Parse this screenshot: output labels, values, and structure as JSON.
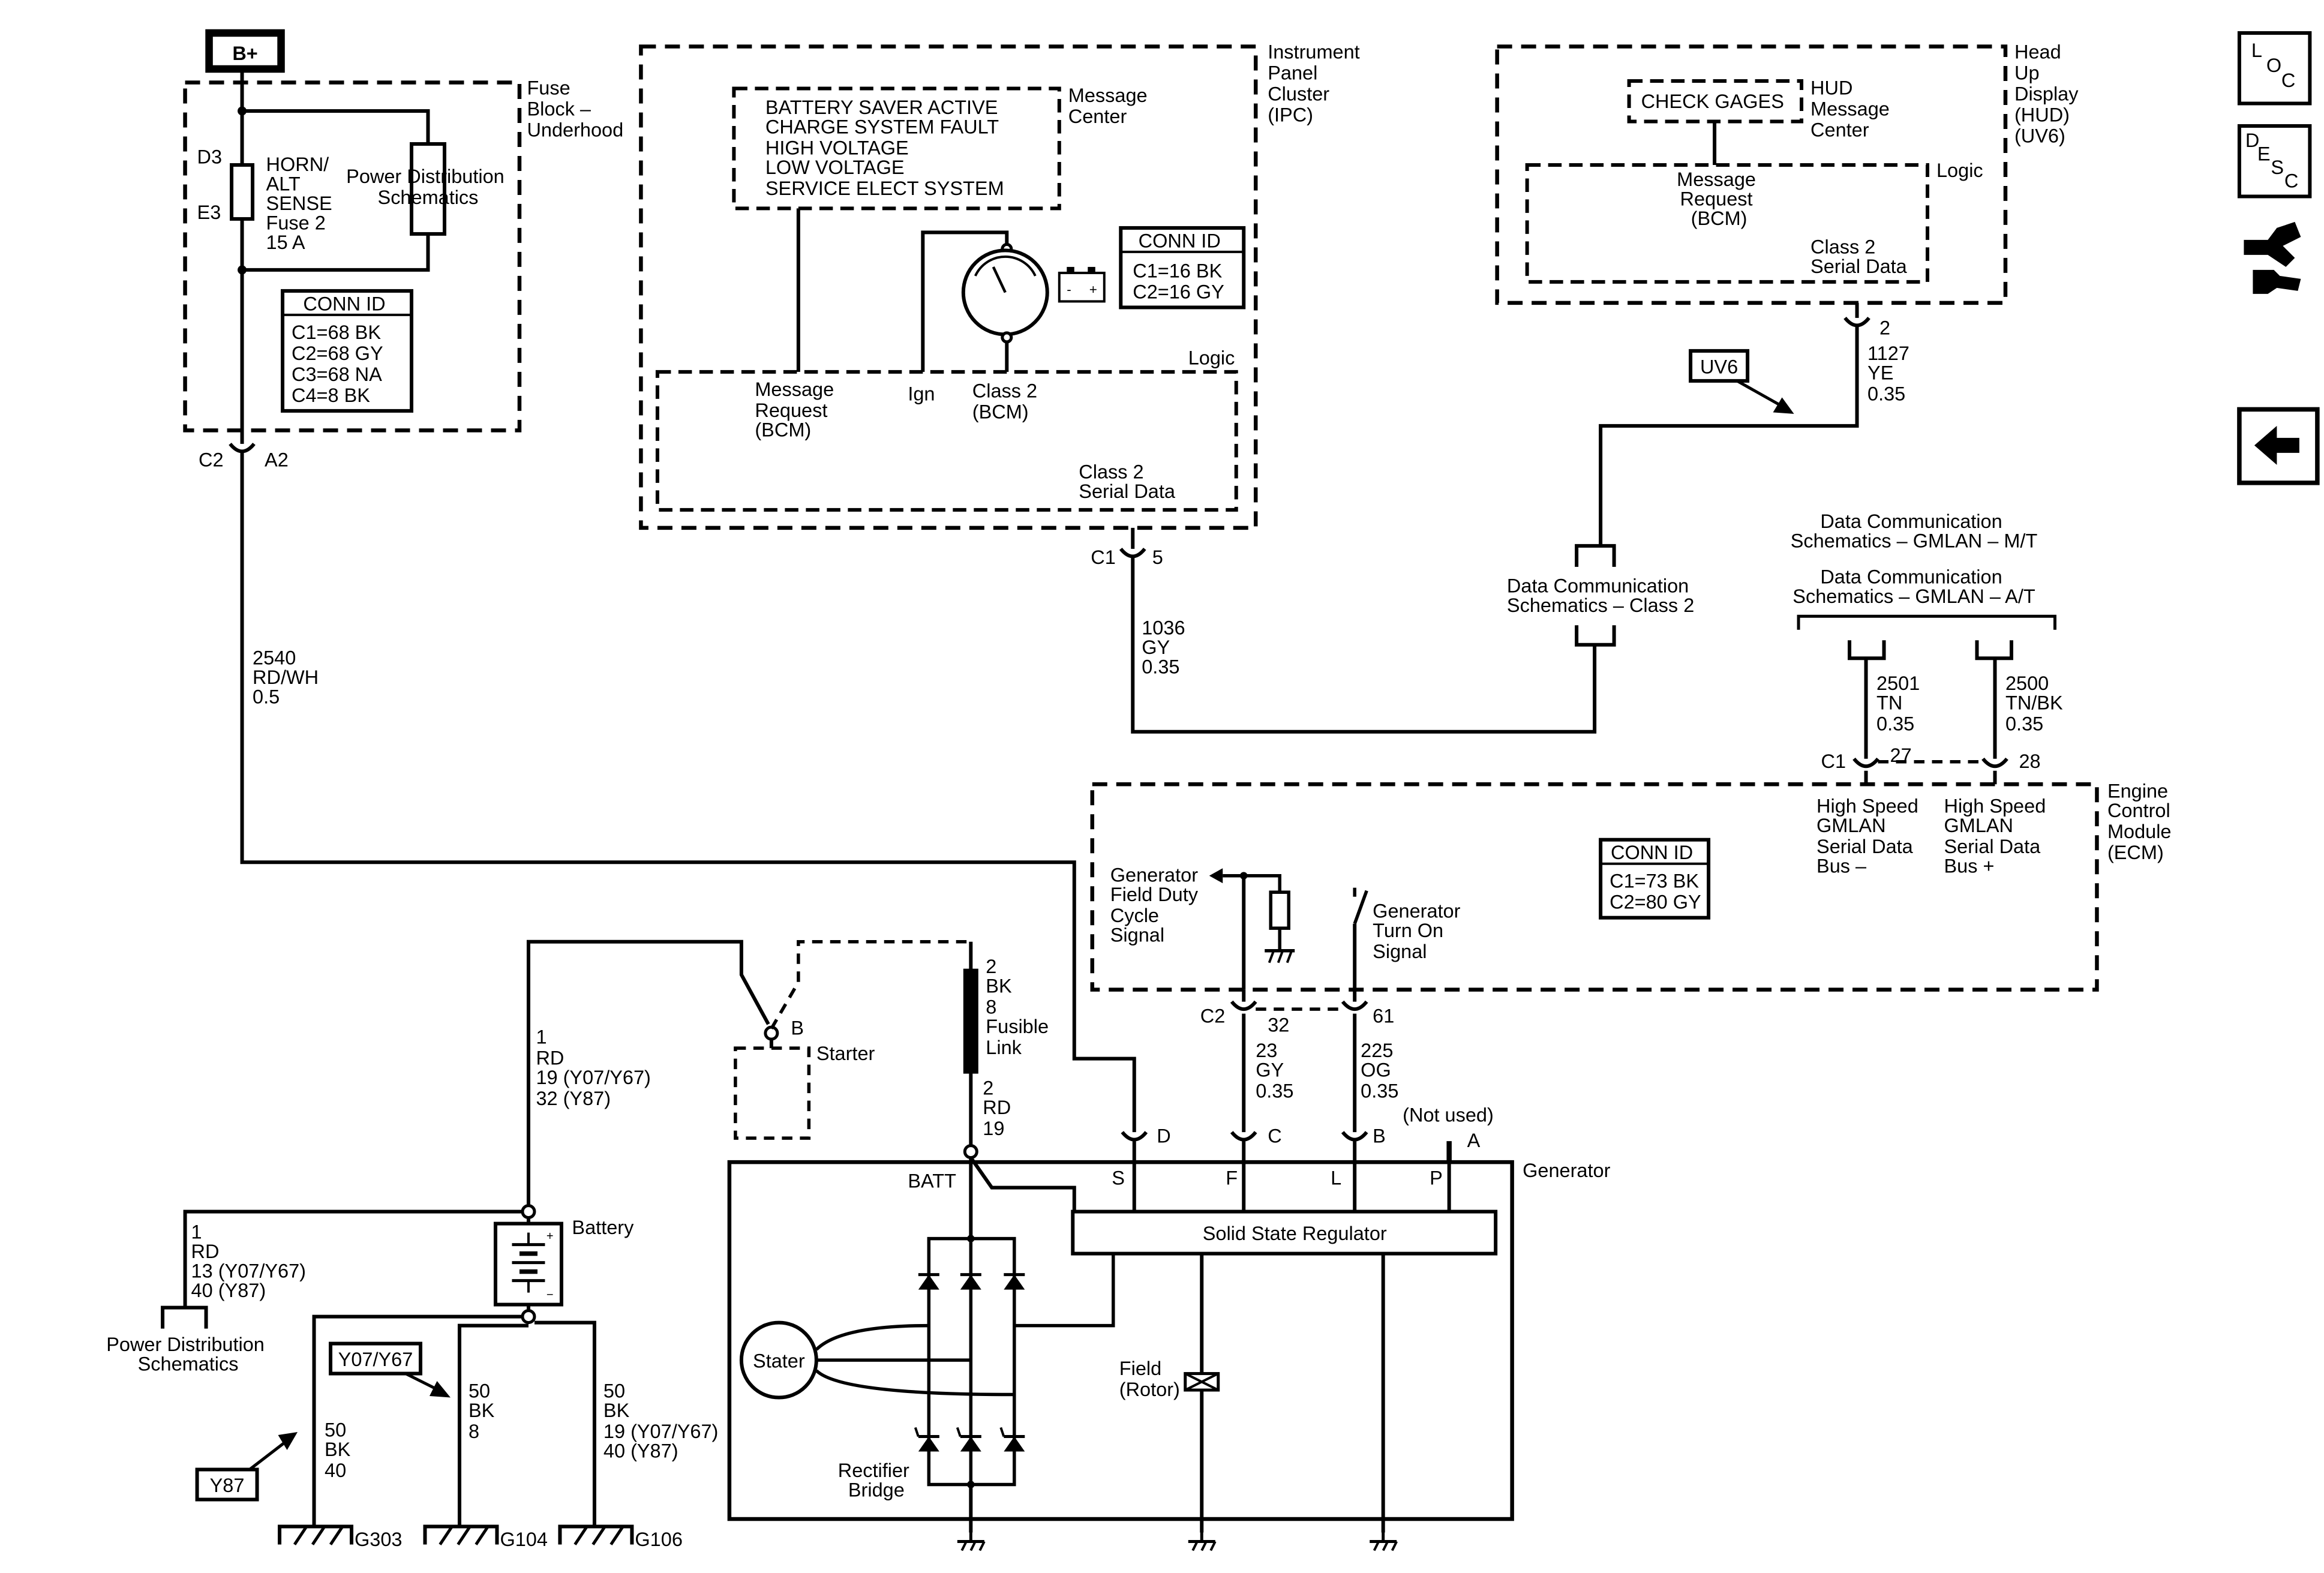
{
  "bplus": "B+",
  "fuse_block": {
    "title": [
      "Fuse",
      "Block –",
      "Underhood"
    ],
    "pins": [
      "D3",
      "E3"
    ],
    "fuse_label": [
      "HORN/",
      "ALT",
      "SENSE",
      "Fuse 2",
      "15 A"
    ],
    "pds_link": [
      "Power Distribution",
      "Schematics"
    ],
    "conn_id": {
      "title": "CONN ID",
      "lines": [
        "C1=68 BK",
        "C2=68 GY",
        "C3=68 NA",
        "C4=8 BK"
      ]
    },
    "connector": {
      "name": "C2",
      "pin": "A2"
    }
  },
  "wire_2540": [
    "2540",
    "RD/WH",
    "0.5"
  ],
  "ipc": {
    "title": [
      "Instrument",
      "Panel",
      "Cluster",
      "(IPC)"
    ],
    "message_center_label": [
      "Message",
      "Center"
    ],
    "messages": [
      "BATTERY SAVER ACTIVE",
      "CHARGE SYSTEM FAULT",
      "HIGH VOLTAGE",
      "LOW VOLTAGE",
      "SERVICE ELECT SYSTEM"
    ],
    "conn_id": {
      "title": "CONN ID",
      "lines": [
        "C1=16 BK",
        "C2=16 GY"
      ]
    },
    "logic": "Logic",
    "msg_request": [
      "Message",
      "Request",
      "(BCM)"
    ],
    "ign": "Ign",
    "class2_bcm": [
      "Class 2",
      "(BCM)"
    ],
    "serial": [
      "Class 2",
      "Serial Data"
    ],
    "connector": {
      "name": "C1",
      "pin": "5"
    },
    "battery_signs": [
      "-",
      "+"
    ]
  },
  "wire_1036": [
    "1036",
    "GY",
    "0.35"
  ],
  "hud": {
    "title": [
      "Head",
      "Up",
      "Display",
      "(HUD)",
      "(UV6)"
    ],
    "check_gages": "CHECK GAGES",
    "hud_msg_center": [
      "HUD",
      "Message",
      "Center"
    ],
    "logic": "Logic",
    "msg_request": [
      "Message",
      "Request",
      "(BCM)"
    ],
    "serial": [
      "Class 2",
      "Serial Data"
    ],
    "pin": "2"
  },
  "wire_1127": [
    "1127",
    "YE",
    "0.35"
  ],
  "uv6": "UV6",
  "dc_class2": [
    "Data Communication",
    "Schematics – Class 2"
  ],
  "gmlan_mt": [
    "Data Communication",
    "Schematics – GMLAN – M/T"
  ],
  "gmlan_at": [
    "Data Communication",
    "Schematics – GMLAN – A/T"
  ],
  "wire_2501": [
    "2501",
    "TN",
    "0.35"
  ],
  "wire_2500": [
    "2500",
    "TN/BK",
    "0.35"
  ],
  "ecm": {
    "title": [
      "Engine",
      "Control",
      "Module",
      "(ECM)"
    ],
    "c1": "C1",
    "pin27": "27",
    "pin28": "28",
    "bus_minus": [
      "High Speed",
      "GMLAN",
      "Serial Data",
      "Bus –"
    ],
    "bus_plus": [
      "High Speed",
      "GMLAN",
      "Serial Data",
      "Bus +"
    ],
    "conn_id": {
      "title": "CONN ID",
      "lines": [
        "C1=73 BK",
        "C2=80 GY"
      ]
    },
    "field_duty": [
      "Generator",
      "Field Duty",
      "Cycle",
      "Signal"
    ],
    "turn_on": [
      "Generator",
      "Turn On",
      "Signal"
    ],
    "c2": "C2",
    "pin32": "32",
    "pin61": "61"
  },
  "wire_23": [
    "23",
    "GY",
    "0.35"
  ],
  "wire_225": [
    "225",
    "OG",
    "0.35"
  ],
  "starter": {
    "label": "Starter",
    "terminal": "B"
  },
  "fusible": [
    "2",
    "BK",
    "8",
    "Fusible",
    "Link"
  ],
  "wire_2rd": [
    "2",
    "RD",
    "19"
  ],
  "wire_1rd_top": [
    "1",
    "RD",
    "19 (Y07/Y67)",
    "32 (Y87)"
  ],
  "wire_1rd_pds": [
    "1",
    "RD",
    "13 (Y07/Y67)",
    "40 (Y87)"
  ],
  "pds_bottom": [
    "Power Distribution",
    "Schematics"
  ],
  "battery": {
    "label": "Battery",
    "plus": "+",
    "minus": "−"
  },
  "y07y67": "Y07/Y67",
  "y87": "Y87",
  "ground_wires": {
    "g303": [
      "50",
      "BK",
      "40"
    ],
    "g104": [
      "50",
      "BK",
      "8"
    ],
    "g106": [
      "50",
      "BK",
      "19 (Y07/Y67)",
      "40 (Y87)"
    ]
  },
  "grounds": [
    "G303",
    "G104",
    "G106"
  ],
  "generator": {
    "title": "Generator",
    "connector_pins": [
      "D",
      "C",
      "B",
      "A"
    ],
    "not_used": "(Not used)",
    "terminals": [
      "S",
      "F",
      "L",
      "P"
    ],
    "batt": "BATT",
    "regulator": "Solid State Regulator",
    "stator": "Stater",
    "rectifier": [
      "Rectifier",
      "Bridge"
    ],
    "field": [
      "Field",
      "(Rotor)"
    ]
  },
  "nav": {
    "loc": [
      "L",
      "O",
      "C"
    ],
    "desc": [
      "D",
      "E",
      "S",
      "C"
    ],
    "connector_icon": "connector-icon",
    "back_icon": "back-arrow-icon"
  }
}
